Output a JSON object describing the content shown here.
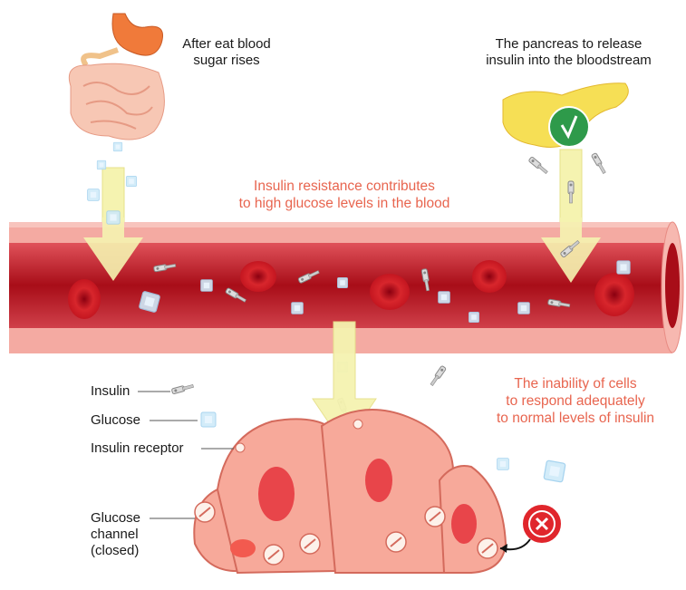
{
  "labels": {
    "after_eat": [
      "After eat blood",
      "sugar rises"
    ],
    "pancreas": [
      "The pancreas to release",
      "insulin into the bloodstream"
    ],
    "resistance": [
      "Insulin resistance contributes",
      "to high glucose levels in the blood"
    ],
    "inability": [
      "The inability of cells",
      "to respond adequately",
      "to normal levels of insulin"
    ]
  },
  "legend": {
    "insulin": "Insulin",
    "glucose": "Glucose",
    "receptor": "Insulin receptor",
    "channel": [
      "Glucose",
      "channel",
      "(closed)"
    ]
  },
  "colors": {
    "annotation_text": "#e8654f",
    "vessel_outer": "#f4aaa2",
    "vessel_inner": "#b3141f",
    "arrow": "#f5f3b0",
    "cell": "#f7a99a",
    "check_badge": "#2e9a4a",
    "cross_badge": "#e0262c",
    "pancreas": "#f6df55"
  },
  "icons": [
    "stomach-intestine-icon",
    "pancreas-icon",
    "check-icon",
    "cross-icon",
    "insulin-key-icon",
    "glucose-cube-icon",
    "red-blood-cell-icon"
  ]
}
